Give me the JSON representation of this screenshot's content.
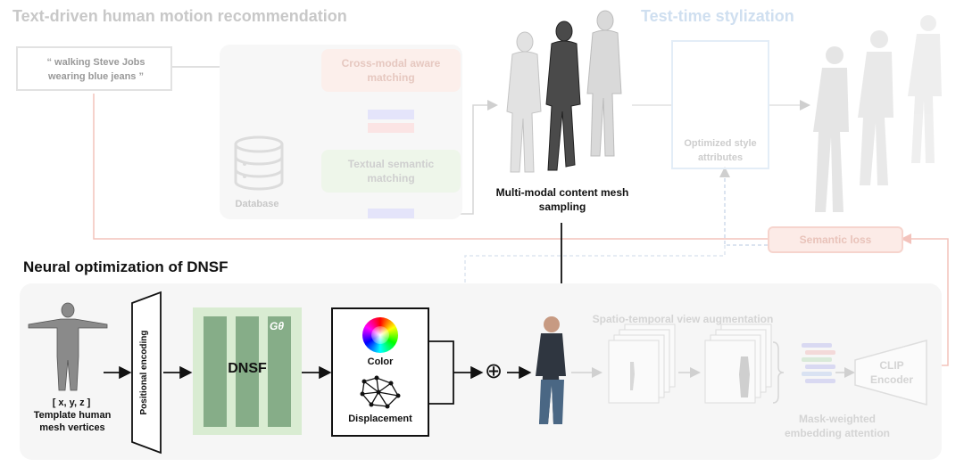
{
  "top": {
    "title_left": "Text-driven human motion recommendation",
    "title_right": "Test-time stylization",
    "prompt": "“ walking Steve Jobs wearing blue jeans ”",
    "cross_modal": "Cross-modal aware matching",
    "textual_semantic": "Textual semantic matching",
    "database": "Database",
    "mesh_sampling": "Multi-modal content mesh sampling",
    "optimized_style": "Optimized style attributes",
    "semantic_loss": "Semantic loss"
  },
  "bottom": {
    "title": "Neural optimization of DNSF",
    "template_coords": "[ x, y, z ]",
    "template_label": "Template human mesh vertices",
    "positional_encoding": "Positional encoding",
    "g_theta": "Gθ",
    "dnsf": "DNSF",
    "color": "Color",
    "displacement": "Displacement",
    "oplus": "⊕",
    "spatio_temporal": "Spatio-temporal view augmentation",
    "mask_weighted": "Mask-weighted embedding attention",
    "clip_encoder": "CLIP Encoder"
  },
  "colors": {
    "text_faded": "#c8c8c8",
    "dnsf_panel": "#d9ecd2",
    "dnsf_bar": "#86ad88",
    "cross_modal_bg": "#fbe7e2",
    "textual_bg": "#e8f3e2",
    "style_box_border": "#c5dcf0",
    "semantic_loss_bg": "#fbe3dd",
    "feedback_line": "#f3c3bc",
    "bottom_panel": "#f6f6f6"
  }
}
